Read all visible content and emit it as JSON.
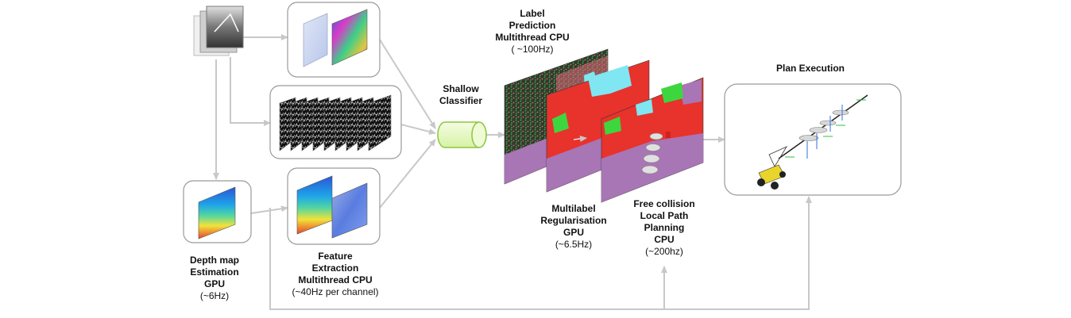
{
  "stages": {
    "depth": {
      "title_lines": [
        "Depth map",
        "Estimation",
        "GPU"
      ],
      "rate": "(~6Hz)"
    },
    "feature": {
      "title_lines": [
        "Feature",
        "Extraction",
        "Multithread CPU"
      ],
      "rate": "(~40Hz per channel)"
    },
    "classifier": {
      "title_lines": [
        "Shallow",
        "Classifier"
      ]
    },
    "label_prediction": {
      "title_lines": [
        "Label",
        "Prediction",
        "Multithread CPU"
      ],
      "rate": "( ~100Hz)"
    },
    "regularisation": {
      "title_lines": [
        "Multilabel",
        "Regularisation",
        "GPU"
      ],
      "rate": "(~6.5Hz)"
    },
    "planning": {
      "title_lines": [
        "Free collision",
        "Local Path",
        "Planning",
        "CPU"
      ],
      "rate": "(~200hz)"
    },
    "execution": {
      "title_lines": [
        "Plan Execution"
      ]
    }
  },
  "colors": {
    "arrow": "#c8c8c8",
    "box_border": "#9a9a9a",
    "classifier_fill": "#e8f7c0",
    "classifier_stroke": "#8cc63f",
    "seg_red": "#e8322c",
    "seg_purple": "#a875b5",
    "seg_green": "#3ed63e",
    "seg_cyan": "#7fe6f2"
  }
}
